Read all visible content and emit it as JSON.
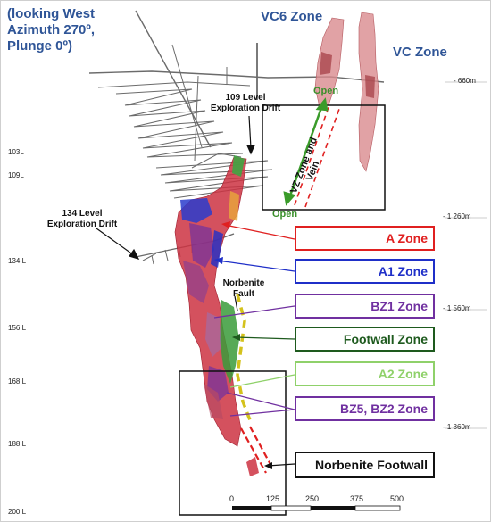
{
  "header": {
    "view_line1": "(looking West",
    "view_line2": "Azimuth 270º,",
    "view_line3": "Plunge 0º)"
  },
  "zone_titles": {
    "vc6": "VC6 Zone",
    "vc": "VC Zone"
  },
  "drifts": {
    "level109_line1": "109 Level",
    "level109_line2": "Exploration Drift",
    "level134_line1": "134 Level",
    "level134_line2": "Exploration Drift"
  },
  "open_top": "Open",
  "open_bottom": "Open",
  "vz_label_line1": "VZ Zone and",
  "vz_label_line2": "Vein",
  "fault_line1": "Norbenite",
  "fault_line2": "Fault",
  "levels": [
    "103L",
    "109L",
    "134 L",
    "156 L",
    "168 L",
    "188 L",
    "200 L"
  ],
  "elevations": [
    "- 660m",
    "- 1 260m",
    "- 1 560m",
    "- 1 860m"
  ],
  "zone_labels": [
    {
      "label": "A Zone",
      "color": "#e02020"
    },
    {
      "label": "A1 Zone",
      "color": "#1f2fc8"
    },
    {
      "label": "BZ1 Zone",
      "color": "#7030a0"
    },
    {
      "label": "Footwall Zone",
      "color": "#1e5a1e"
    },
    {
      "label": "A2 Zone",
      "color": "#8fd16a"
    },
    {
      "label": "BZ5, BZ2 Zone",
      "color": "#7030a0"
    },
    {
      "label": "Norbenite Footwall",
      "color": "#111111"
    }
  ],
  "scale_ticks": [
    "0",
    "125",
    "250",
    "375",
    "500"
  ]
}
